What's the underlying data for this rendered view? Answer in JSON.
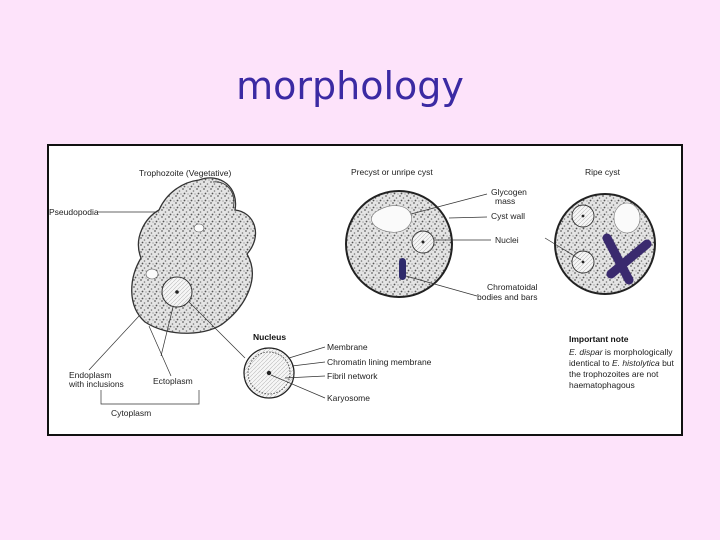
{
  "slide": {
    "title": "morphology",
    "title_color": "#3b2aa3",
    "background": "#fde3fa"
  },
  "figure": {
    "trophozoite": {
      "heading": "Trophozoite (Vegetative)",
      "pseudopodia": "Pseudopodia",
      "endoplasm_line1": "Endoplasm",
      "endoplasm_line2": "with inclusions",
      "ectoplasm": "Ectoplasm",
      "cytoplasm": "Cytoplasm"
    },
    "nucleus": {
      "heading": "Nucleus",
      "membrane": "Membrane",
      "chromatin": "Chromatin lining membrane",
      "fibril": "Fibril network",
      "karyosome": "Karyosome"
    },
    "precyst": {
      "heading": "Precyst or unripe cyst",
      "glycogen_line1": "Glycogen",
      "glycogen_line2": "mass",
      "cyst_wall": "Cyst wall",
      "nuclei": "Nuclei",
      "chromatoidal_line1": "Chromatoidal",
      "chromatoidal_line2": "bodies and bars"
    },
    "ripe_cyst": {
      "heading": "Ripe cyst"
    },
    "note": {
      "heading": "Important note",
      "line1_italic": "E. dispar",
      "line1_rest": " is morphologically",
      "line2_start": "identical to ",
      "line2_italic": "E. histolytica",
      "line2_rest": " but",
      "line3": "the trophozoites are not",
      "line4": "haematophagous"
    }
  }
}
